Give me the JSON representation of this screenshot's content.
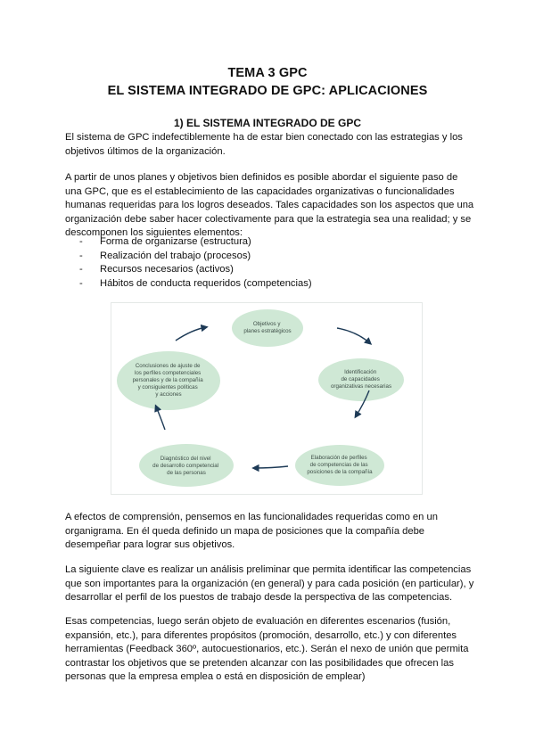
{
  "header": {
    "title_line1": "TEMA 3 GPC",
    "title_line2": "EL SISTEMA INTEGRADO DE GPC: APLICACIONES"
  },
  "section": {
    "heading": "1)  EL SISTEMA INTEGRADO DE GPC"
  },
  "paragraphs": {
    "p1": "El sistema de GPC indefectiblemente ha de estar bien conectado con las estrategias y los objetivos últimos de la organización.",
    "p2": "A partir de unos planes y objetivos bien definidos es posible abordar el siguiente paso de una GPC, que es el establecimiento de las capacidades organizativas o funcionalidades humanas requeridas para los logros deseados. Tales capacidades son los aspectos que una organización debe saber hacer colectivamente para que la estrategia sea una realidad; y se descomponen los siguientes elementos:",
    "p3": "A efectos de comprensión, pensemos en las funcionalidades requeridas como en un organigrama. En él queda definido un mapa de posiciones que la compañía debe desempeñar para lograr sus objetivos.",
    "p4": "La siguiente clave es realizar un análisis preliminar que permita identificar las competencias que son importantes para la organización (en general) y para cada posición (en particular), y desarrollar el perfil de los puestos de trabajo desde la perspectiva de las competencias.",
    "p5": "Esas competencias, luego serán objeto de evaluación en diferentes escenarios (fusión, expansión, etc.), para diferentes propósitos (promoción, desarrollo, etc.) y con diferentes herramientas (Feedback 360º, autocuestionarios, etc.). Serán el nexo de unión que permita contrastar los objetivos que se pretenden alcanzar con las posibilidades que ofrecen las personas que la empresa emplea o está en disposición de emplear)"
  },
  "elements_list": [
    {
      "dash": "-",
      "text": "Forma de organizarse (estructura)"
    },
    {
      "dash": "-",
      "text": "Realización del trabajo (procesos)"
    },
    {
      "dash": "-",
      "text": "Recursos necesarios (activos)"
    },
    {
      "dash": "-",
      "text": "Hábitos de conducta requeridos (competencias)"
    }
  ],
  "diagram": {
    "colors": {
      "node_fill": "#cfe8d5",
      "arrow": "#1d3a56",
      "text": "#3f4f48"
    },
    "nodes": [
      {
        "lines": [
          "Objetivos y",
          "planes estratégicos"
        ]
      },
      {
        "lines": [
          "Identificación",
          "de capacidades",
          "organizativas necesarias"
        ]
      },
      {
        "lines": [
          "Elaboración de perfiles",
          "de competencias de las",
          "posiciones de la compañía"
        ]
      },
      {
        "lines": [
          "Diagnóstico del nivel",
          "de desarrollo competencial",
          "de las personas"
        ]
      },
      {
        "lines": [
          "Conclusiones de ajuste de",
          "los perfiles competenciales",
          "personales y de la compañía",
          "y consiguientes políticas",
          "y acciones"
        ]
      }
    ]
  }
}
